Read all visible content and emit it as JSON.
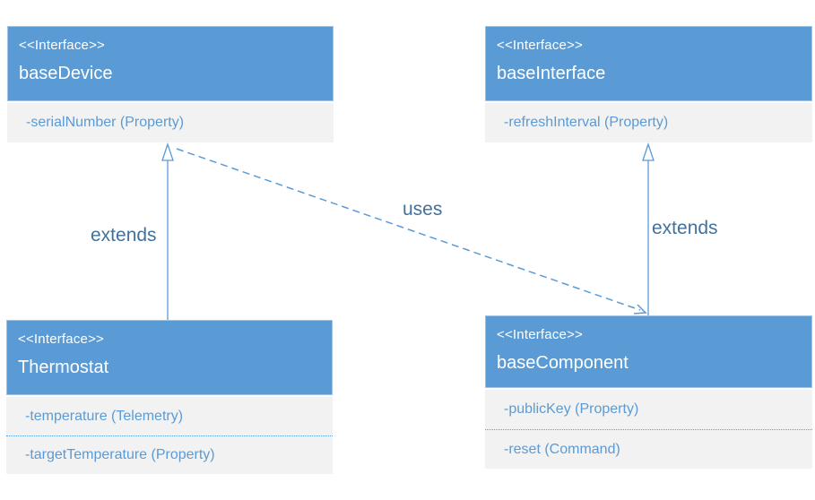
{
  "diagram": {
    "kind": "uml-interface-diagram",
    "background": "#ffffff"
  },
  "colors": {
    "header_bg": "#5B9BD5",
    "header_border": "#9DC3E6",
    "header_text": "#ffffff",
    "member_bg": "#F2F2F2",
    "member_text": "#5B9BD5",
    "edge_line": "#5B9BD5",
    "edge_label_text": "#41719C"
  },
  "nodes": [
    {
      "id": "baseDevice",
      "stereotype": "<<Interface>>",
      "name": "baseDevice",
      "members": [
        "-serialNumber (Property)"
      ]
    },
    {
      "id": "baseInterface",
      "stereotype": "<<Interface>>",
      "name": "baseInterface",
      "members": [
        "-refreshInterval (Property)"
      ]
    },
    {
      "id": "Thermostat",
      "stereotype": "<<Interface>>",
      "name": "Thermostat",
      "members": [
        "-temperature (Telemetry)",
        "-targetTemperature (Property)"
      ]
    },
    {
      "id": "baseComponent",
      "stereotype": "<<Interface>>",
      "name": "baseComponent",
      "members": [
        "-publicKey (Property)",
        "-reset (Command)"
      ]
    }
  ],
  "edges": [
    {
      "id": "thermostat-extends-basedevice",
      "label": "extends",
      "type": "inheritance",
      "from": "Thermostat",
      "to": "baseDevice",
      "style": "solid-hollow-triangle"
    },
    {
      "id": "basecomponent-extends-baseinterface",
      "label": "extends",
      "type": "inheritance",
      "from": "baseComponent",
      "to": "baseInterface",
      "style": "solid-hollow-triangle"
    },
    {
      "id": "basedevice-uses-basecomponent",
      "label": "uses",
      "type": "dependency",
      "from": "baseDevice",
      "to": "baseComponent",
      "style": "dashed-open-arrow"
    }
  ]
}
